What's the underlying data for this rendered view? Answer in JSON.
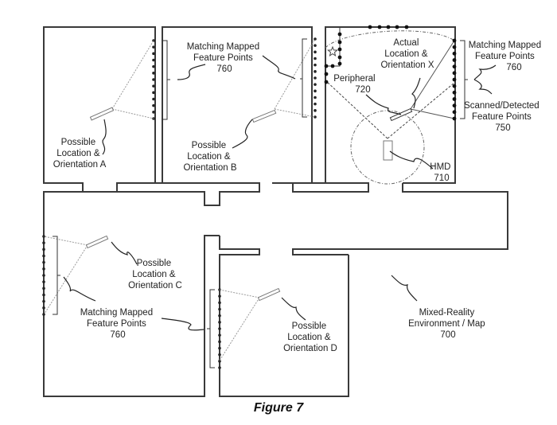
{
  "figure": {
    "caption": "Figure 7",
    "map_label": [
      "Mixed-Reality",
      "Environment / Map",
      "700"
    ]
  },
  "rooms": {
    "room_a": {
      "location_label": [
        "Possible",
        "Location &",
        "Orientation A"
      ],
      "points_label": [
        "Matching Mapped",
        "Feature Points",
        "760"
      ]
    },
    "room_b": {
      "location_label": [
        "Possible",
        "Location &",
        "Orientation B"
      ]
    },
    "room_x": {
      "actual_label": [
        "Actual",
        "Location &",
        "Orientation X"
      ],
      "peripheral_label": [
        "Peripheral",
        "720"
      ],
      "hmd_label": [
        "HMD",
        "710"
      ],
      "matching_label": [
        "Matching Mapped",
        "Feature Points",
        "760"
      ],
      "scanned_label": [
        "Scanned/Detected",
        "Feature Points",
        "750"
      ]
    },
    "room_c": {
      "location_label": [
        "Possible",
        "Location &",
        "Orientation C"
      ],
      "points_label": [
        "Matching Mapped",
        "Feature Points",
        "760"
      ]
    },
    "room_d": {
      "location_label": [
        "Possible",
        "Location &",
        "Orientation D"
      ]
    }
  },
  "feature_points": {
    "room_a_count": 13,
    "room_b_count": 13,
    "room_x_right_count": 13,
    "room_c_count": 13,
    "room_d_count": 13
  },
  "colors": {
    "wall": "#3a3a3a",
    "point": "#111111",
    "ray": "#9a9a9a"
  }
}
